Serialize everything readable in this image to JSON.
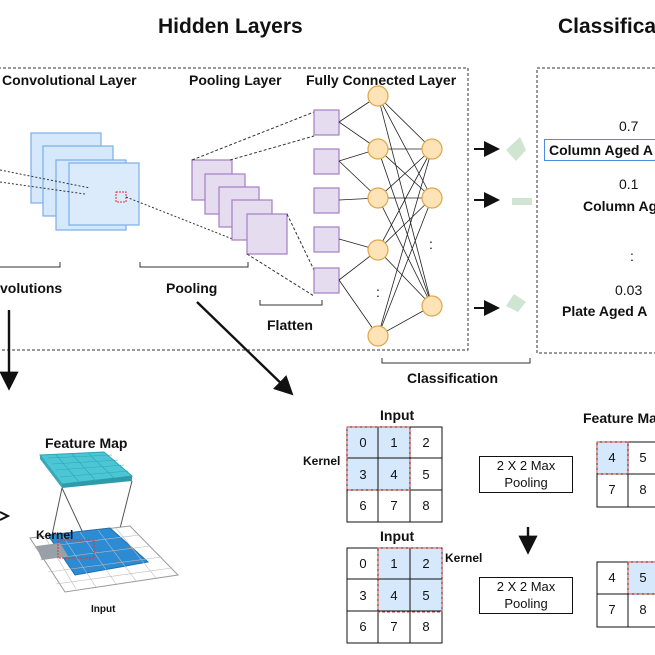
{
  "titles": {
    "hidden_layers": "Hidden Layers",
    "classification": "Classifica"
  },
  "layers": {
    "convolutional": "Convolutional Layer",
    "pooling": "Pooling Layer",
    "fully_connected": "Fully Connected Layer"
  },
  "stages": {
    "convolutions": "volutions",
    "pooling": "Pooling",
    "flatten": "Flatten",
    "classification": "Classification"
  },
  "outputs": [
    {
      "prob": "0.7",
      "label": "Column Aged A"
    },
    {
      "prob": "0.1",
      "label": "Column Ag"
    },
    {
      "prob": ":",
      "label": ""
    },
    {
      "prob": "0.03",
      "label": "Plate Aged A"
    }
  ],
  "feature_map_3d": {
    "title": "Feature Map",
    "kernel": "Kernel",
    "input": "Input"
  },
  "pool_example": {
    "input_title": "Input",
    "feature_map_title": "Feature Ma",
    "kernel_label": "Kernel",
    "op_label": "2 X 2 Max Pooling",
    "grid": [
      [
        "0",
        "1",
        "2"
      ],
      [
        "3",
        "4",
        "5"
      ],
      [
        "6",
        "7",
        "8"
      ]
    ],
    "result_row1": [
      "4",
      "5"
    ],
    "result_row2": [
      "7",
      "8"
    ]
  },
  "ellipsis": [
    ":",
    ":",
    ":"
  ]
}
